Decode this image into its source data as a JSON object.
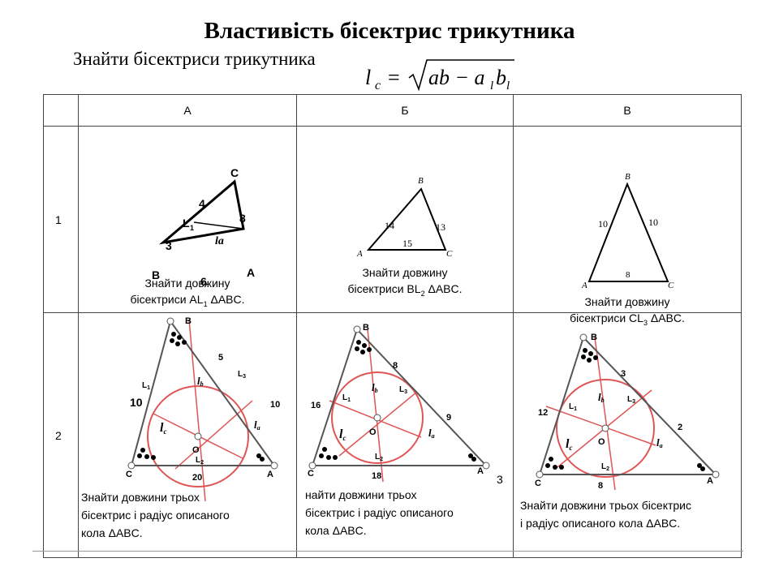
{
  "title": "Властивість бісектрис трикутника",
  "subtitle": "Знайти бісектриси трикутника",
  "formula": {
    "lhs": "l",
    "lhs_sub": "c",
    "eq": "=",
    "radicand": "ab − a",
    "sub_l1": "l",
    "b": "b",
    "sub_l2": "l"
  },
  "table": {
    "columns": [
      "",
      "А",
      "Б",
      "В"
    ],
    "rows": [
      "1",
      "2"
    ]
  },
  "row1": {
    "a": {
      "vertices": {
        "C": "C",
        "B": "B",
        "A": "A",
        "L1": "L",
        "L1_sub": "1"
      },
      "sides": {
        "s4": "4",
        "s3": "3",
        "s8": "8",
        "s6": "6"
      },
      "bisector": "la",
      "task_line1": "Знайти довжину",
      "task_line2": "бісектриси AL",
      "task_sub": "1",
      "task_tail": " ΔABC."
    },
    "b": {
      "vertices": {
        "B": "B",
        "A": "A",
        "C": "C"
      },
      "sides": {
        "s14": "14",
        "s13": "13",
        "s15": "15"
      },
      "task_line1": "Знайти довжину",
      "task_line2": "бісектриси BL",
      "task_sub": "2",
      "task_tail": " ΔABC."
    },
    "c": {
      "vertices": {
        "B": "B",
        "A": "A",
        "C": "C"
      },
      "sides": {
        "s10a": "10",
        "s10b": "10",
        "s8": "8"
      },
      "task_line1": "Знайти довжину",
      "task_line2": "бісектриси CL",
      "task_sub": "3",
      "task_tail": " ΔABC."
    }
  },
  "row2": {
    "a": {
      "sides": {
        "left": "10",
        "right_top": "5",
        "right": "10",
        "bottom": "20"
      },
      "task": [
        "Знайти довжини трьох",
        "бісектрис  і радіус описаного",
        "кола ΔABC."
      ]
    },
    "b": {
      "sides": {
        "left": "16",
        "right_top": "8",
        "right": "9",
        "bottom": "18"
      },
      "task": [
        "найти довжини трьох",
        "бісектрис і радіус описаного",
        "кола ΔABC."
      ]
    },
    "c": {
      "sides": {
        "left": "12",
        "right_top": "3",
        "right": "2",
        "bottom": "8"
      },
      "task": [
        "Знайти довжини трьох бісектрис",
        "і радіус описаного кола ΔABC."
      ]
    },
    "labels": {
      "B": "B",
      "C": "C",
      "A": "A",
      "O": "O",
      "L": "L",
      "s1": "1",
      "s2": "2",
      "s3": "3",
      "l": "l",
      "b": "b",
      "c": "c",
      "a": "a"
    }
  },
  "stray_mark": "3"
}
